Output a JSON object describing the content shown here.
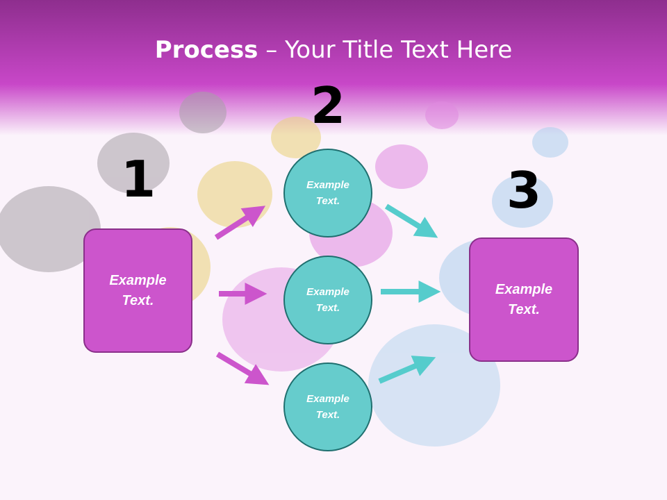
{
  "title": {
    "bold": "Process",
    "rest": " – Your Title Text Here"
  },
  "steps": [
    {
      "number": "1",
      "label": "Example\nText."
    },
    {
      "number": "2",
      "circles": [
        "Example\nText.",
        "Example\nText.",
        "Example\nText."
      ]
    },
    {
      "number": "3",
      "label": "Example\nText."
    }
  ],
  "colors": {
    "header": "#c040c0",
    "box_fill": "#cc55cc",
    "circle_fill": "#66cccc",
    "arrow_magenta": "#cc55cc",
    "arrow_teal": "#55cccc"
  }
}
